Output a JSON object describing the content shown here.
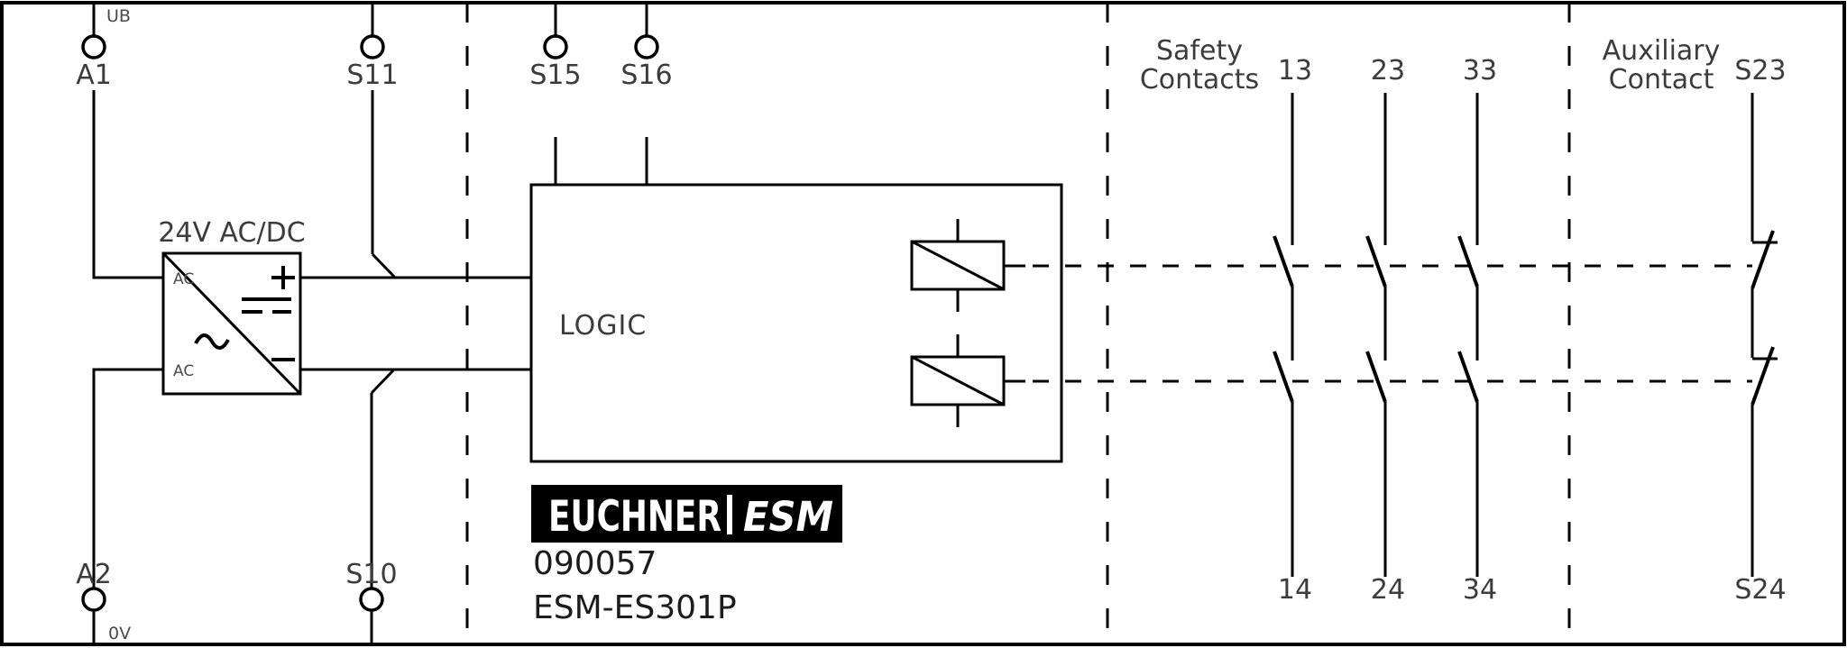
{
  "diagram": {
    "type": "safety-relay-wiring-diagram",
    "labels": {
      "ub": "UB",
      "zero_v": "0V",
      "a1": "A1",
      "s11": "S11",
      "s15": "S15",
      "s16": "S16",
      "a2": "A2",
      "s10": "S10"
    },
    "power_supply": {
      "title": "24V AC/DC",
      "ac_in_top": "AC",
      "ac_in_bottom": "AC"
    },
    "logic": {
      "label": "LOGIC"
    },
    "headers": {
      "safety_line1": "Safety",
      "safety_line2": "Contacts",
      "aux_line1": "Auxiliary",
      "aux_line2": "Contact"
    },
    "contacts": {
      "top": [
        "13",
        "23",
        "33"
      ],
      "bottom": [
        "14",
        "24",
        "34"
      ],
      "aux_top": "S23",
      "aux_bottom": "S24"
    },
    "brand": {
      "logo_main": "EUCHNER",
      "logo_division": "ESM",
      "order_number": "090057",
      "model": "ESM-ES301P"
    },
    "colors": {
      "line": "#000000",
      "text": "#3c3c3c",
      "background": "#ffffff",
      "logo_bg": "#000000",
      "logo_fg": "#ffffff"
    }
  }
}
